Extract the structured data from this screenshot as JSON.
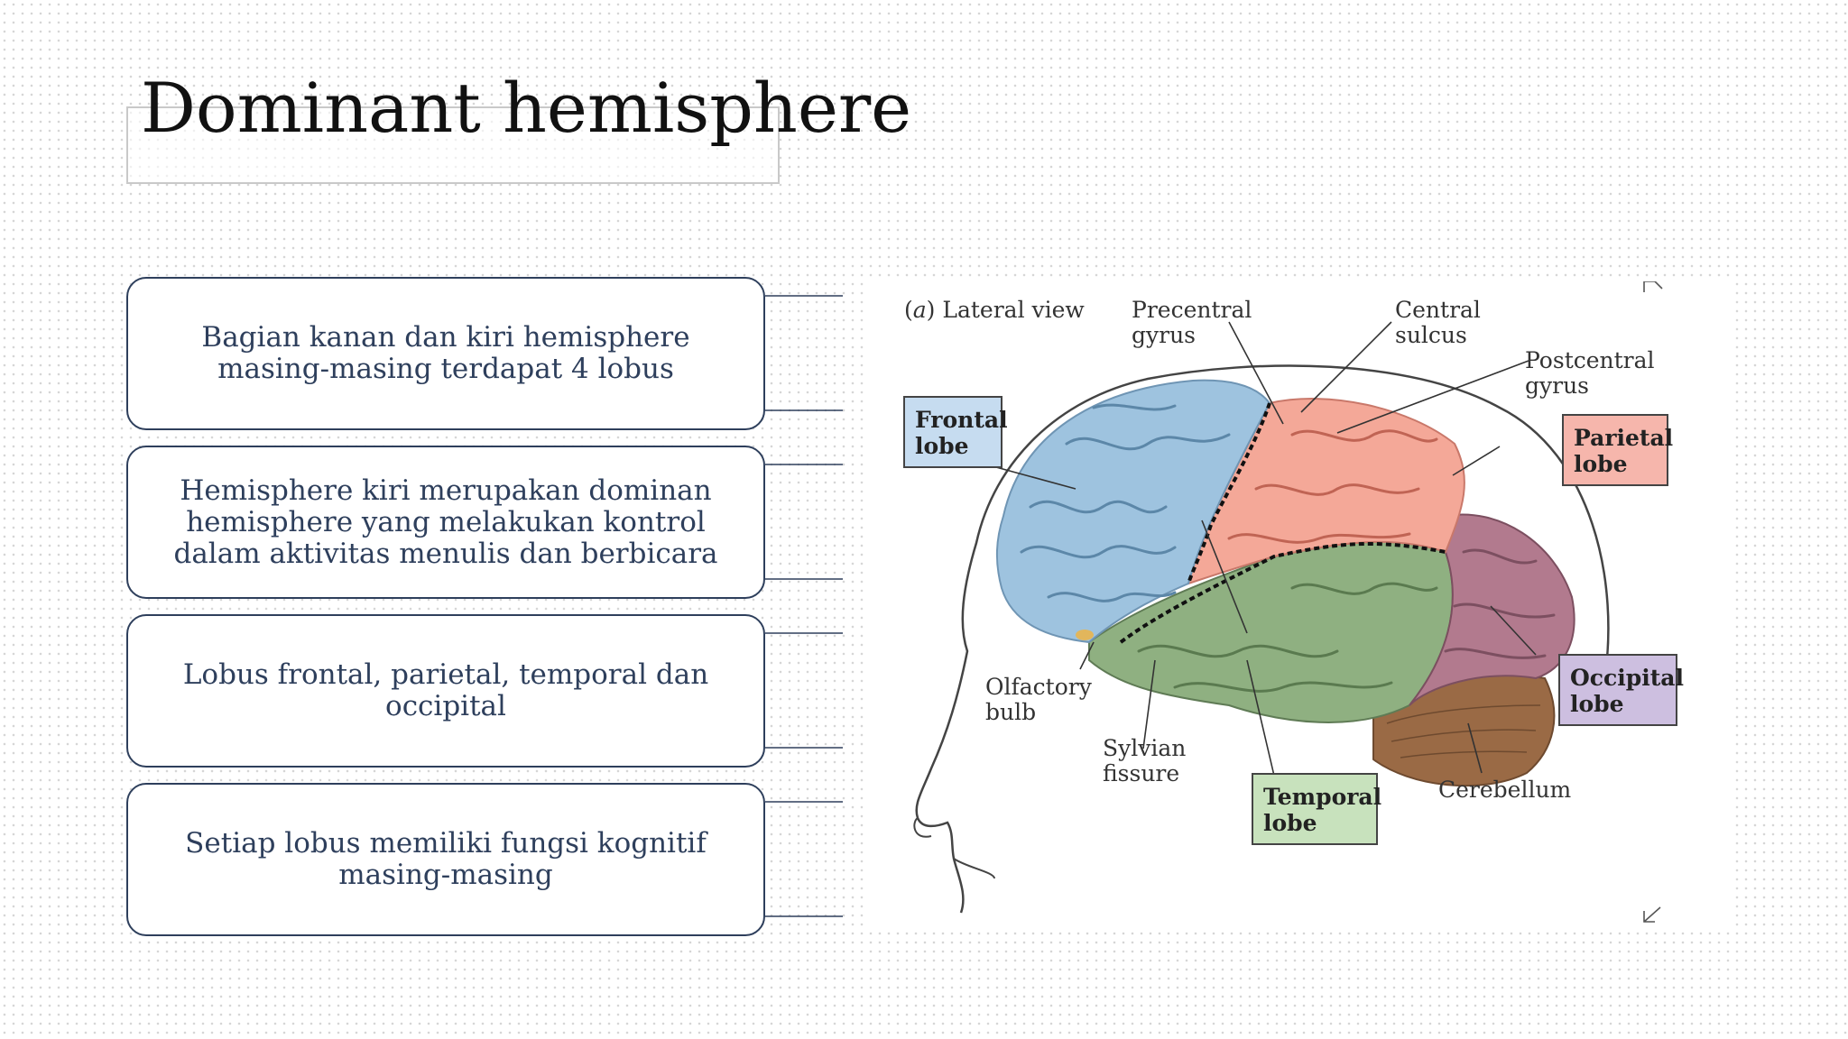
{
  "slide": {
    "title": "Dominant hemisphere",
    "cards": [
      {
        "text": "Bagian kanan dan kiri hemisphere masing-masing terdapat 4 lobus"
      },
      {
        "text": "Hemisphere kiri merupakan dominan hemisphere yang melakukan kontrol dalam aktivitas menulis dan berbicara"
      },
      {
        "text": "Lobus frontal, parietal, temporal dan occipital"
      },
      {
        "text": "Setiap lobus memiliki fungsi kognitif masing-masing"
      }
    ]
  },
  "diagram": {
    "view_letter": "a",
    "view_label": "Lateral view",
    "labels": {
      "precentral": [
        "Precentral",
        "gyrus"
      ],
      "central": [
        "Central",
        "sulcus"
      ],
      "postcentral": [
        "Postcentral",
        "gyrus"
      ],
      "frontal": [
        "Frontal",
        "lobe"
      ],
      "parietal": [
        "Parietal",
        "lobe"
      ],
      "olfactory": [
        "Olfactory",
        "bulb"
      ],
      "sylvian": [
        "Sylvian",
        "fissure"
      ],
      "temporal": [
        "Temporal",
        "lobe"
      ],
      "cerebellum": "Cerebellum",
      "occipital": [
        "Occipital",
        "lobe"
      ]
    },
    "colors": {
      "frontal": "#9ec3df",
      "parietal": "#f4a898",
      "temporal": "#8fb081",
      "occipital": "#b27a8e",
      "cerebellum": "#9a6a45",
      "frontal_box": "#c6dcf0",
      "parietal_box": "#f6b6ac",
      "temporal_box": "#c8e2bd",
      "occipital_box": "#cdbfe0"
    }
  }
}
